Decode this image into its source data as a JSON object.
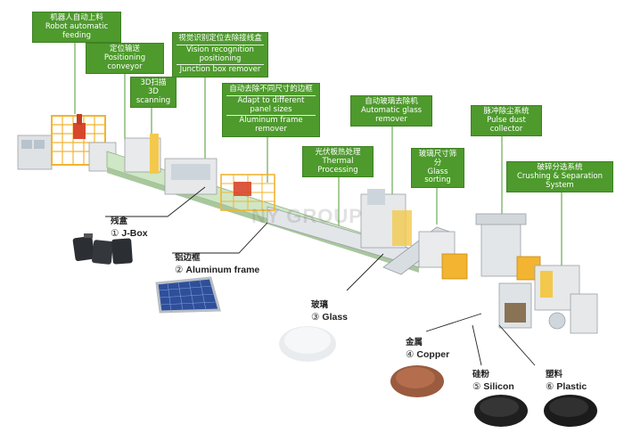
{
  "callouts": [
    {
      "zh": "机器人自动上料",
      "en": "Robot automatic feeding"
    },
    {
      "zh": "定位输送",
      "en": "Positioning conveyor"
    },
    {
      "zh": "3D扫描",
      "en": "3D scanning"
    },
    {
      "zh": "视觉识别定位去除接线盒",
      "en1": "Vision recognition positioning",
      "en2": "Junction box remover"
    },
    {
      "zh": "自动去除不同尺寸的边框",
      "en1": "Adapt to different panel sizes",
      "en2": "Aluminum frame remover"
    },
    {
      "zh": "自动玻璃去除机",
      "en": "Automatic glass remover"
    },
    {
      "zh": "光伏板热处理",
      "en": "Thermal Processing"
    },
    {
      "zh": "玻璃尺寸筛分",
      "en": "Glass sorting"
    },
    {
      "zh": "脉冲除尘系统",
      "en": "Pulse dust collector"
    },
    {
      "zh": "破碎分选系统",
      "en": "Crushing & Separation System"
    }
  ],
  "outputs": [
    {
      "zh": "残盒",
      "num": "①",
      "en": "J-Box"
    },
    {
      "zh": "铝边框",
      "num": "②",
      "en": "Aluminum frame"
    },
    {
      "zh": "玻璃",
      "num": "③",
      "en": "Glass"
    },
    {
      "zh": "金属",
      "num": "④",
      "en": "Copper"
    },
    {
      "zh": "硅粉",
      "num": "⑤",
      "en": "Silicon"
    },
    {
      "zh": "塑料",
      "num": "⑥",
      "en": "Plastic"
    }
  ],
  "watermark": "NY GROUP",
  "colors": {
    "callout": "#4e9a2d",
    "rail": "#f2b431",
    "conveyor": "#cfe7c5",
    "machine": "#e6e8ea",
    "glass": "#c9d3dd"
  }
}
